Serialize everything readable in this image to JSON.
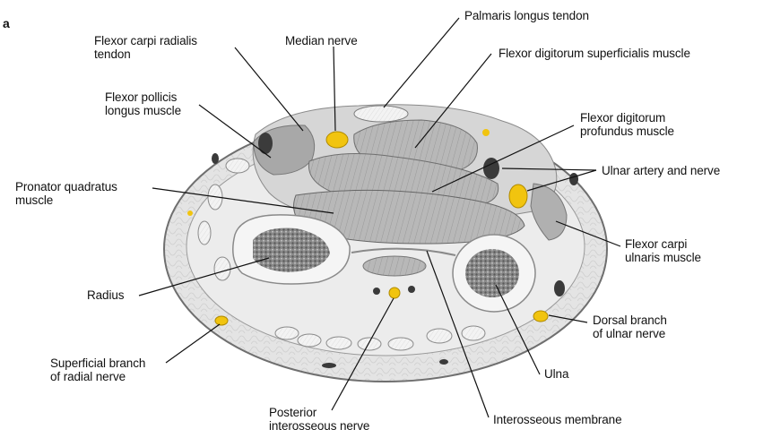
{
  "figure_letter": "a",
  "labels": {
    "flexor_carpi_radialis": "Flexor carpi radialis\ntendon",
    "median_nerve": "Median nerve",
    "palmaris_longus": "Palmaris longus tendon",
    "fds": "Flexor digitorum superficialis muscle",
    "flexor_pollicis_longus": "Flexor pollicis\nlongus muscle",
    "fdp": "Flexor digitorum\nprofundus muscle",
    "ulnar_artery_nerve": "Ulnar artery and nerve",
    "pronator_quadratus": "Pronator quadratus\nmuscle",
    "flexor_carpi_ulnaris": "Flexor carpi\nulnaris muscle",
    "radius": "Radius",
    "dorsal_branch": "Dorsal branch\nof ulnar nerve",
    "superficial_branch": "Superficial branch\nof radial nerve",
    "ulna": "Ulna",
    "posterior_interosseous": "Posterior\ninterosseous nerve",
    "interosseous_membrane": "Interosseous membrane"
  },
  "colors": {
    "skin_outline": "#7a7a7a",
    "subcutaneous": "#e6e6e6",
    "muscle": "#bdbdbd",
    "muscle_dark": "#8e8e8e",
    "tendon": "#f2f2f2",
    "bone_cortex": "#f4f4f4",
    "bone_marrow": "#6e6e6e",
    "nerve": "#f1c40f",
    "vessel": "#3a3a3a"
  }
}
